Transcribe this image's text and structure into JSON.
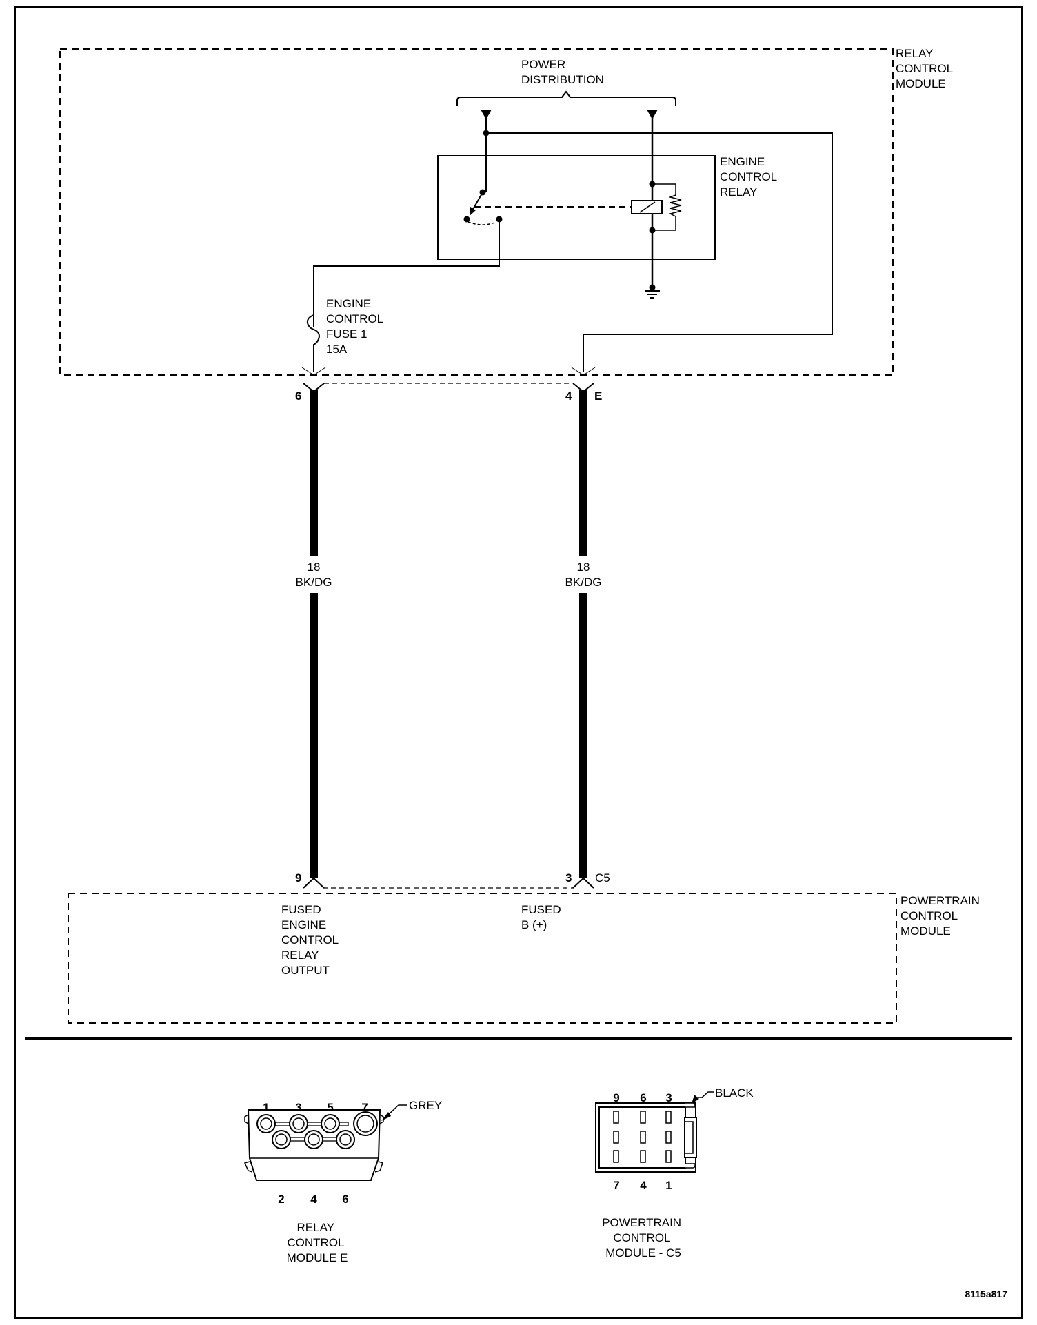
{
  "diagram": {
    "colors": {
      "ink": "#000000",
      "background": "#ffffff"
    },
    "relay_control_module": {
      "label": [
        "RELAY",
        "CONTROL",
        "MODULE"
      ]
    },
    "power_distribution": {
      "label": [
        "POWER",
        "DISTRIBUTION"
      ]
    },
    "engine_control_relay": {
      "label": [
        "ENGINE",
        "CONTROL",
        "RELAY"
      ]
    },
    "fuse": {
      "label": [
        "ENGINE",
        "CONTROL",
        "FUSE 1",
        "15A"
      ]
    },
    "connector_top": {
      "left_pin": "6",
      "right_pin": "4",
      "connector_id": "E"
    },
    "wires": [
      {
        "gauge": "18",
        "color": "BK/DG"
      },
      {
        "gauge": "18",
        "color": "BK/DG"
      }
    ],
    "connector_bottom": {
      "left_pin": "9",
      "right_pin": "3",
      "connector_id": "C5"
    },
    "powertrain_control_module": {
      "label": [
        "POWERTRAIN",
        "CONTROL",
        "MODULE"
      ],
      "circuit_left": [
        "FUSED",
        "ENGINE",
        "CONTROL",
        "RELAY",
        "OUTPUT"
      ],
      "circuit_right": [
        "FUSED",
        "B (+)"
      ]
    },
    "connector_views": [
      {
        "color_label": "GREY",
        "top_pins": [
          "1",
          "3",
          "5",
          "7"
        ],
        "bottom_pins": [
          "2",
          "4",
          "6"
        ],
        "caption": [
          "RELAY",
          "CONTROL",
          "MODULE E"
        ]
      },
      {
        "color_label": "BLACK",
        "top_pins": [
          "9",
          "6",
          "3"
        ],
        "bottom_pins": [
          "7",
          "4",
          "1"
        ],
        "caption": [
          "POWERTRAIN",
          "CONTROL",
          "MODULE - C5"
        ]
      }
    ],
    "reference_code": "8115a817"
  }
}
